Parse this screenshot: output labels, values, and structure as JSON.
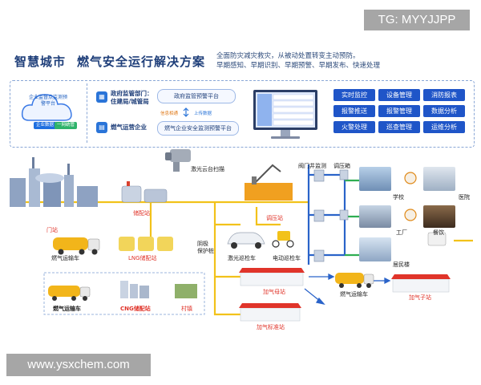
{
  "watermarks": {
    "top": "TG: MYYJJPP",
    "bottom": "www.ysxchem.com"
  },
  "header": {
    "title_left": "智慧城市",
    "title_right": "燃气安全运行解决方案",
    "slogans": [
      "全面防灾减灾救灾，从被动处置转变主动预防。",
      "早期感知、早期识别、早期预警、早期发布、快速处理"
    ]
  },
  "platform": {
    "cloud_label": "企业监督点监测预警平台",
    "chip_left": "企业数据",
    "chip_right": "一网统管",
    "roles": [
      {
        "icon": "▦",
        "text_line1": "政府监管部门：",
        "text_line2": "住建局/城管局",
        "platform": "政府监管预警平台"
      },
      {
        "icon": "▤",
        "text_line1": "燃气运营企业",
        "text_line2": "",
        "platform": "燃气企业安全监测预警平台"
      }
    ],
    "link_left": "信息相通",
    "link_right": "上传数据",
    "buttons": [
      "实时监控",
      "设备管理",
      "消防报表",
      "报警推送",
      "报警管理",
      "数据分析",
      "火警处理",
      "巡查管理",
      "运维分析"
    ]
  },
  "diagram_labels": {
    "door_station": "门站",
    "gas_truck_1": "燃气运输车",
    "lng_storage": "LNG储配站",
    "storage_station": "储配站",
    "laser_ptz": "激光云台扫描",
    "valve_well": "阀门井监测",
    "pressure_box": "调压箱",
    "pressure_station": "调压站",
    "cathodic": "阴极\n保护桩",
    "laser_car": "激光巡检车",
    "e_car": "电动巡检车",
    "school": "学校",
    "hospital": "医院",
    "factory": "工厂",
    "restaurant": "餐饮",
    "residential": "居民楼",
    "gas_truck_2": "燃气运输车",
    "cng_storage": "CNG储配站",
    "village": "村镇",
    "mother_station": "加气母站",
    "gas_truck_3": "燃气运输车",
    "daughter_station": "加气子站",
    "standard_station": "加气标准站"
  },
  "colors": {
    "pipe_yellow": "#f2c21a",
    "pipe_blue": "#2a63c9",
    "pipe_green": "#2fae52",
    "brand_blue": "#1f55c8",
    "alarm_red": "#e0342a"
  }
}
